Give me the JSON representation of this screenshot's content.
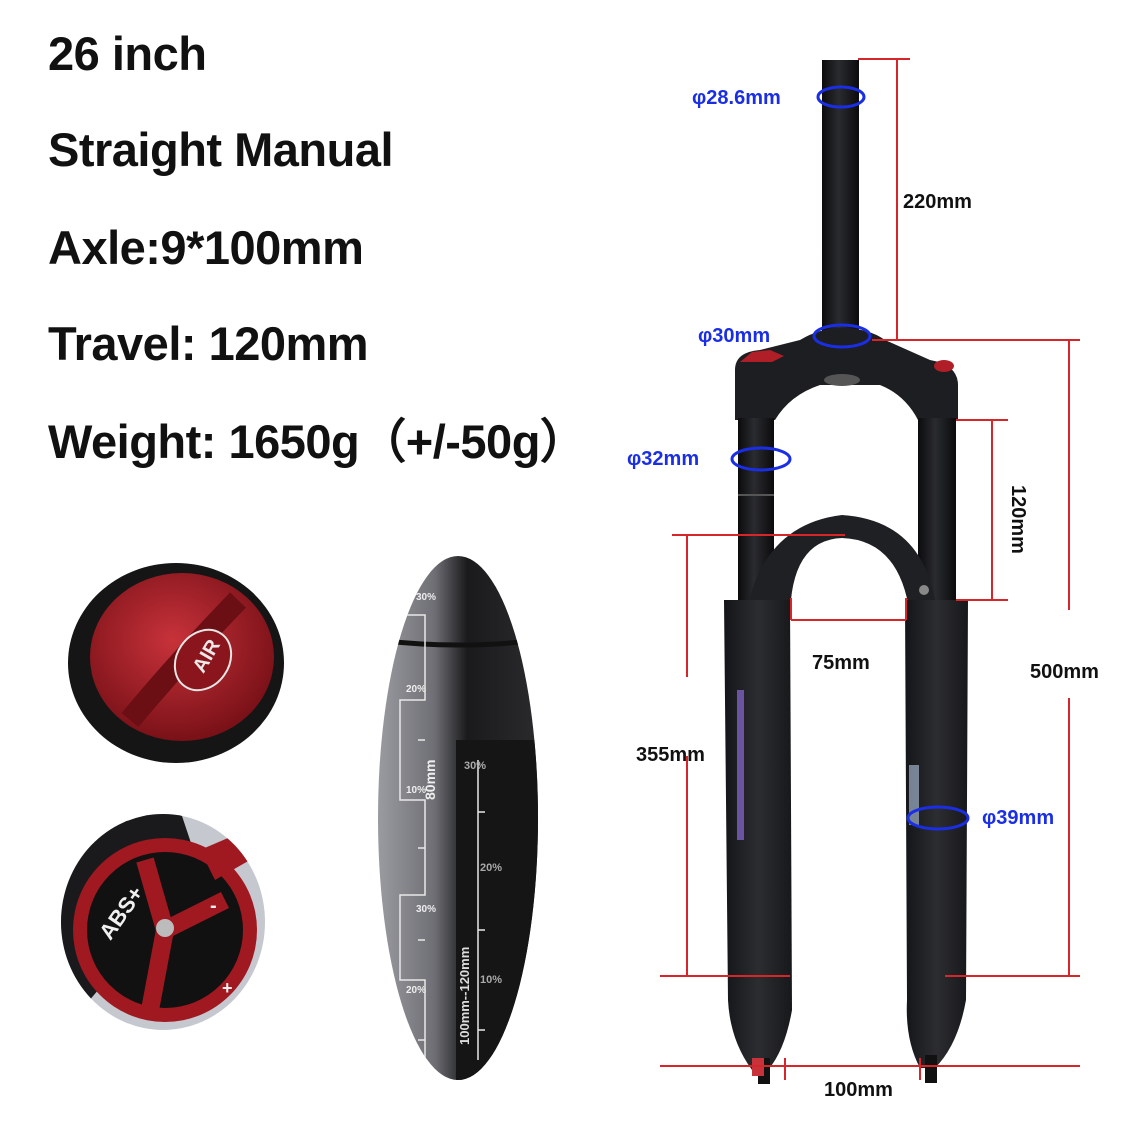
{
  "specs": {
    "size": "26 inch",
    "steerer": "Straight Manual",
    "axle": "Axle:9*100mm",
    "travel": "Travel: 120mm",
    "weight": "Weight: 1650g（+/-50g）"
  },
  "dimensions": {
    "steerer_diameter": "φ28.6mm",
    "steerer_length": "220mm",
    "crown_diameter": "φ30mm",
    "stanchion_diameter": "φ32mm",
    "travel_length": "120mm",
    "inner_width": "75mm",
    "total_length": "500mm",
    "axle_to_crown": "355mm",
    "lower_diameter": "φ39mm",
    "hub_spacing": "100mm"
  },
  "detail_images": {
    "air_cap_label": "AIR",
    "lockout_label": "ABS+",
    "lockout_minus": "-",
    "lockout_plus": "+",
    "scale_labels_left": [
      "30%",
      "20%",
      "10%",
      "30%",
      "20%"
    ],
    "scale_labels_right": [
      "30%",
      "20%",
      "10%"
    ],
    "scale_80": "80mm",
    "scale_100_120": "100mm--120mm"
  },
  "colors": {
    "dimension_line": "#d6262a",
    "diameter_ring": "#1a2ee6",
    "fork_body": "#1c1d20",
    "cap_red": "#9e1b22"
  }
}
